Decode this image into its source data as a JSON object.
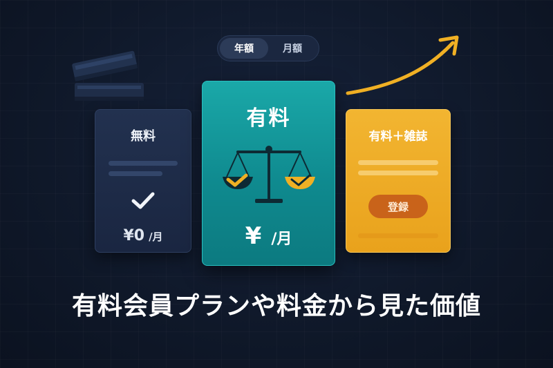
{
  "toggle": {
    "yearly_label": "年額",
    "monthly_label": "月額",
    "selected": "年額"
  },
  "plans": {
    "free": {
      "title": "無料",
      "price": "¥0",
      "unit": "/月"
    },
    "paid": {
      "title": "有料",
      "price": "¥",
      "unit": "/月"
    },
    "magazine": {
      "title": "有料＋雑誌",
      "button_label": "登録"
    }
  },
  "headline": "有料会員プランや料金から見た価値",
  "colors": {
    "background": "#0f1829",
    "free_card": "#1e2c48",
    "paid_card": "#1398a0",
    "magazine_card": "#eeab25",
    "accent_gold": "#f0b024",
    "register_button": "#c9631a"
  },
  "icons": {
    "books": "books-icon",
    "growth_arrow": "trend-arrow-icon",
    "check": "check-icon",
    "scale": "balance-scale-icon"
  }
}
